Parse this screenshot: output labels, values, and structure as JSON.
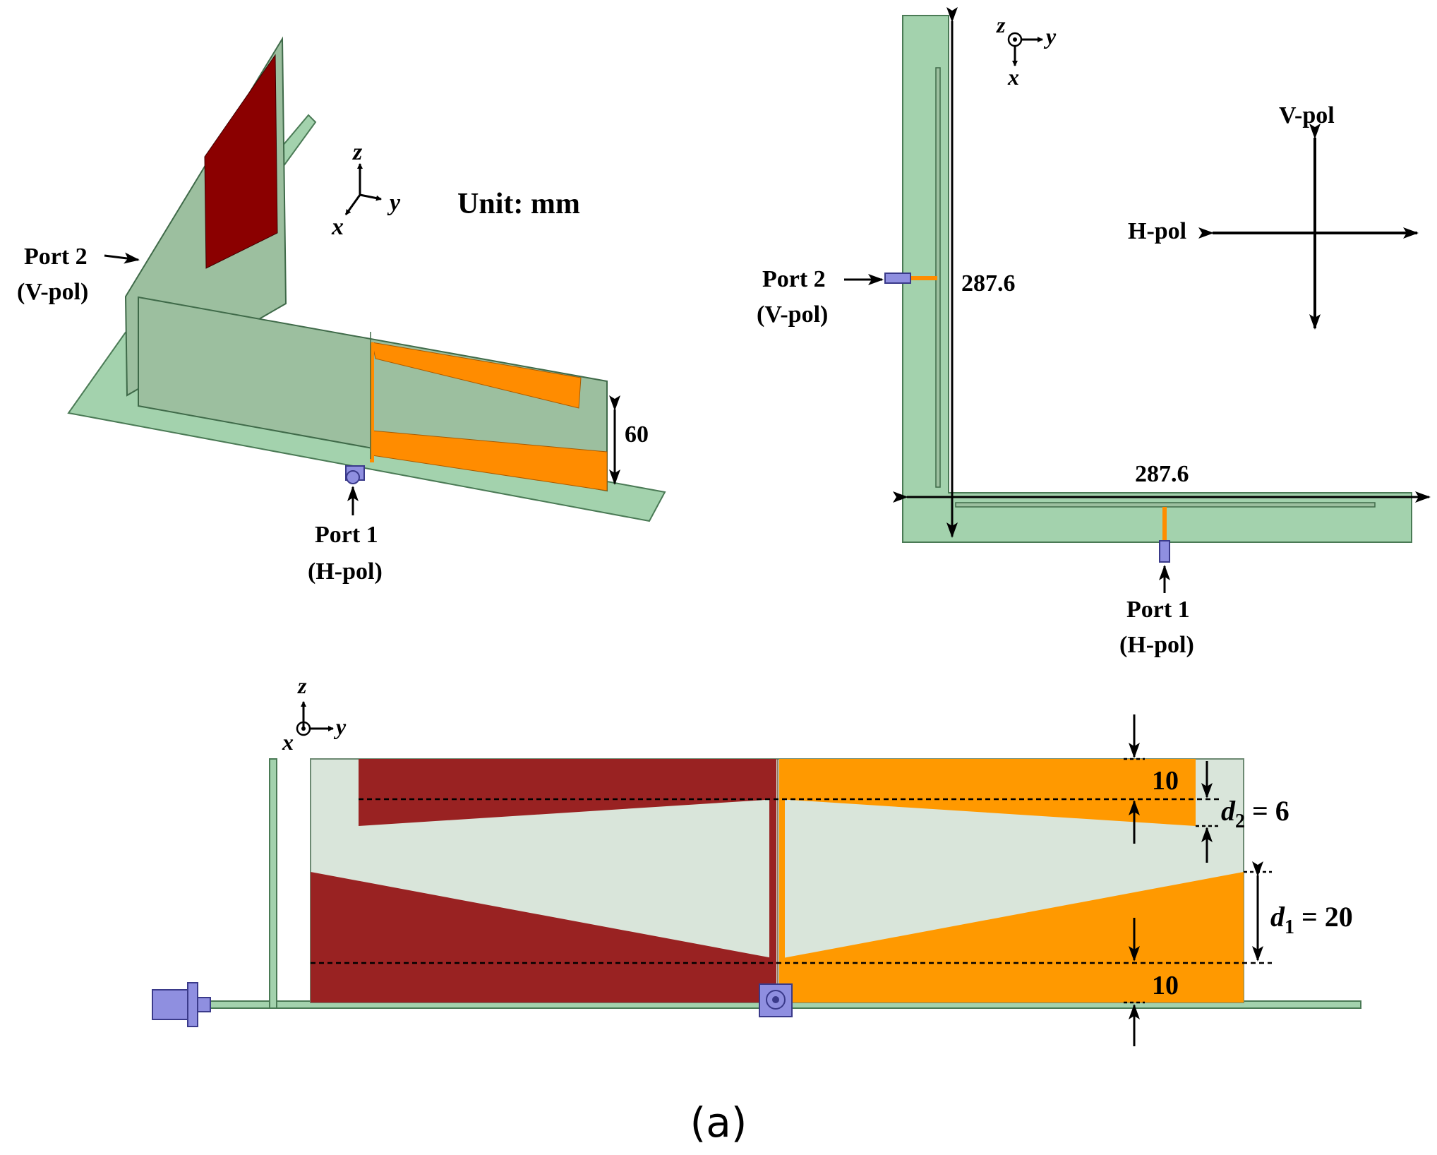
{
  "unit_label": "Unit: mm",
  "axes": {
    "x": "x",
    "y": "y",
    "z": "z"
  },
  "ports": {
    "port1": "Port 1",
    "port1_pol": "(H-pol)",
    "port2": "Port 2",
    "port2_pol": "(V-pol)"
  },
  "polarization": {
    "v": "V-pol",
    "h": "H-pol"
  },
  "dimensions": {
    "height": "60",
    "length_vertical": "287.6",
    "length_horizontal": "287.6",
    "top_margin": "10",
    "bottom_margin": "10",
    "d2_symbol": "d",
    "d2_sub": "2",
    "d2_val": " = 6",
    "d1_symbol": "d",
    "d1_sub": "1",
    "d1_val": " = 20"
  },
  "caption": "(a)",
  "colors": {
    "substrate": "#a3d2ad",
    "substrate_back": "#9cbf9f",
    "light_substrate": "#d9e5da",
    "copper_front": "#ff8c00",
    "copper_back": "#990000",
    "connector": "#8f8fe0"
  }
}
